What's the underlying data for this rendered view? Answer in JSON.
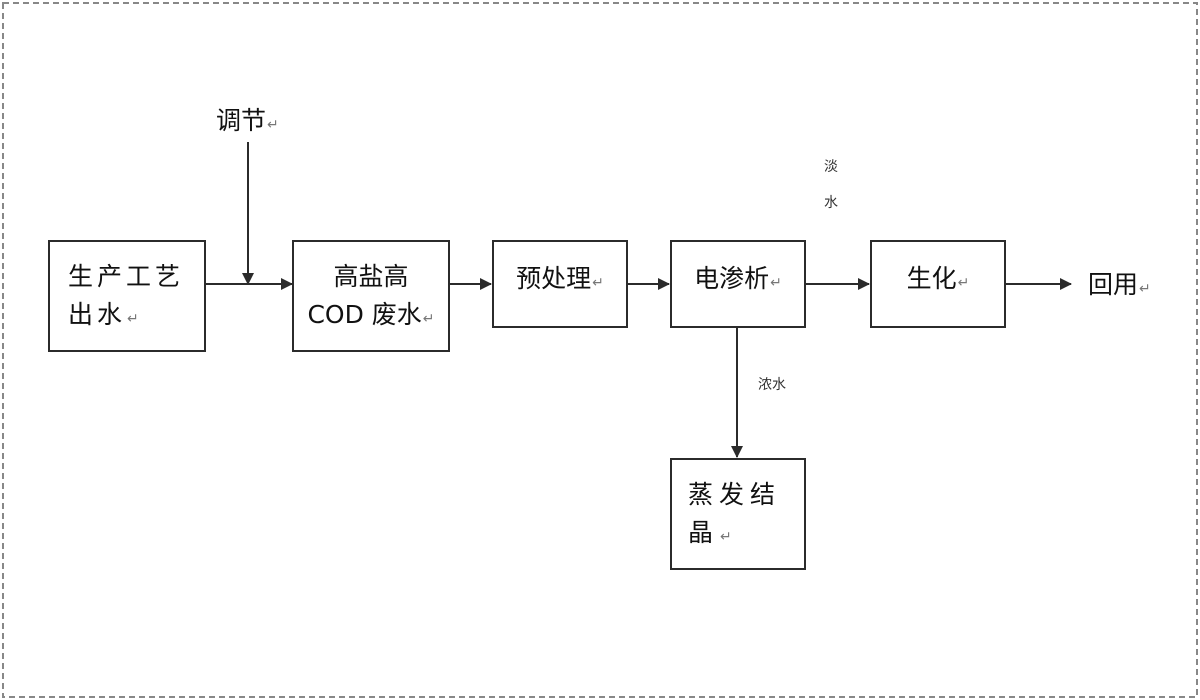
{
  "nodes": {
    "production": {
      "line1": "生产工艺",
      "line2": "出水"
    },
    "wastewater": {
      "line1": "高盐高",
      "line2": "COD 废水"
    },
    "pretreat": {
      "label": "预处理"
    },
    "electrodialysis": {
      "label": "电渗析"
    },
    "biochem": {
      "label": "生化"
    },
    "evaporation": {
      "line1": "蒸发结",
      "line2": "晶"
    }
  },
  "labels": {
    "adjust": "调节",
    "reuse": "回用",
    "dilute_char1": "淡",
    "dilute_char2": "水",
    "concentrate": "浓水"
  },
  "colors": {
    "line": "#2b2b2b",
    "frame": "#888888",
    "mark": "#777777"
  }
}
